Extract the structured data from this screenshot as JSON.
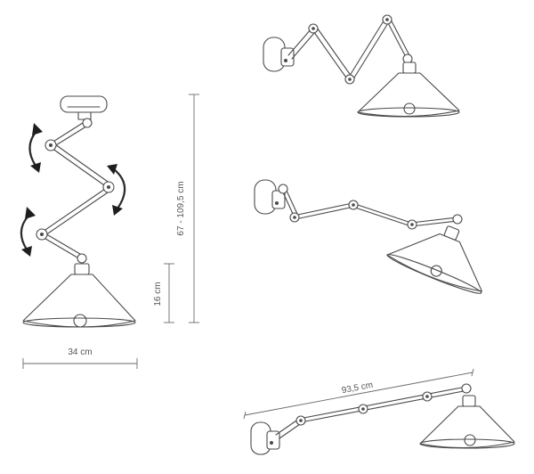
{
  "dimensions": {
    "width_label": "34 cm",
    "height_label": "67 - 109,5 cm",
    "shade_height_label": "16 cm",
    "reach_label": "93,5 cm"
  }
}
